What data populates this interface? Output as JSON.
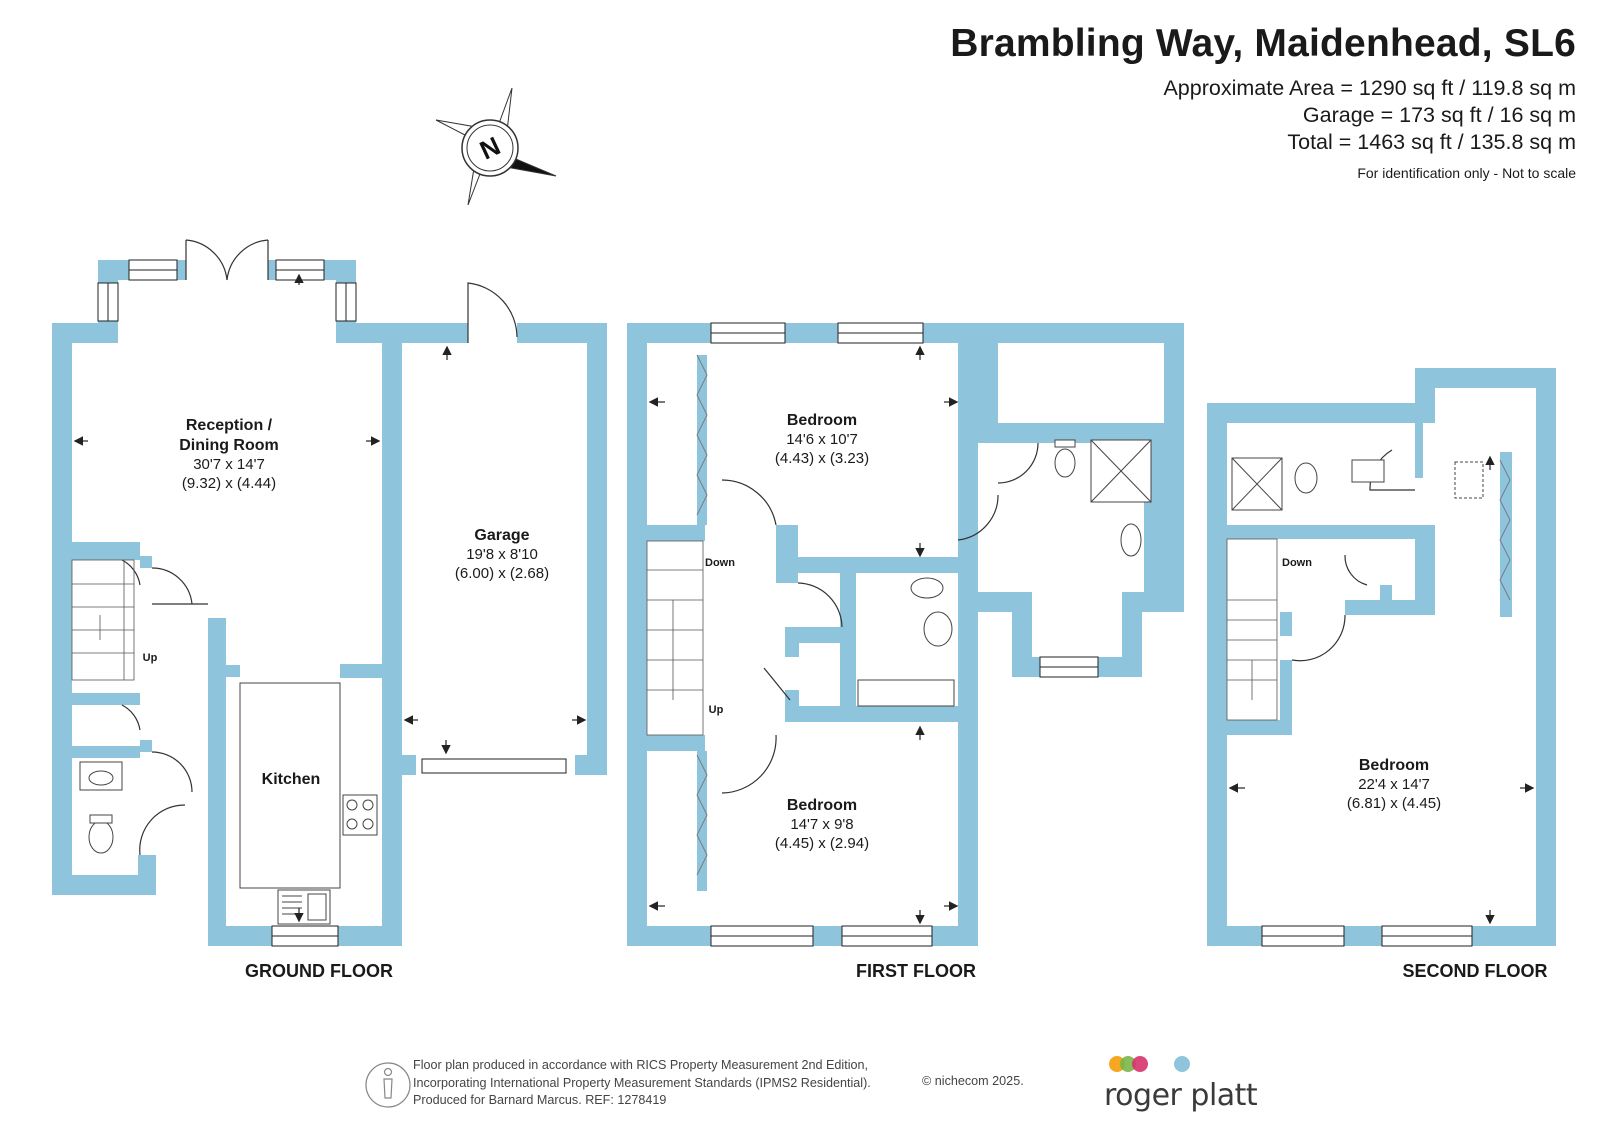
{
  "header": {
    "title": "Brambling Way, Maidenhead, SL6",
    "area_main": "Approximate Area = 1290 sq ft / 119.8 sq m",
    "area_garage": "Garage = 173 sq ft / 16 sq m",
    "area_total": "Total = 1463 sq ft / 135.8 sq m",
    "note": "For identification only - Not to scale"
  },
  "compass": {
    "label": "N",
    "icon": "compass-north-icon"
  },
  "colors": {
    "wall": "#8ec5dd",
    "window_fill": "#ffffff",
    "line": "#222222"
  },
  "floors": {
    "ground": {
      "label": "GROUND FLOOR",
      "reception": {
        "name1": "Reception /",
        "name2": "Dining Room",
        "imperial": "30'7 x 14'7",
        "metric": "(9.32) x (4.44)"
      },
      "garage": {
        "name": "Garage",
        "imperial": "19'8 x 8'10",
        "metric": "(6.00) x (2.68)"
      },
      "kitchen": {
        "name": "Kitchen"
      },
      "stairs_up": "Up"
    },
    "first": {
      "label": "FIRST FLOOR",
      "bedroom_top": {
        "name": "Bedroom",
        "imperial": "14'6 x 10'7",
        "metric": "(4.43) x (3.23)"
      },
      "bedroom_bottom": {
        "name": "Bedroom",
        "imperial": "14'7 x 9'8",
        "metric": "(4.45) x (2.94)"
      },
      "stairs_down": "Down",
      "stairs_up": "Up"
    },
    "second": {
      "label": "SECOND FLOOR",
      "bedroom": {
        "name": "Bedroom",
        "imperial": "22'4 x 14'7",
        "metric": "(6.81) x (4.45)"
      },
      "stairs_down": "Down"
    }
  },
  "footer": {
    "line1": "Floor plan produced in accordance with RICS Property Measurement 2nd Edition,",
    "line2": "Incorporating International Property Measurement Standards (IPMS2 Residential).",
    "line3": "Produced for Barnard Marcus.   REF:  1278419",
    "copyright": "© nichecom 2025.",
    "brand": "roger platt",
    "brand_dot_colors": [
      "#f5a623",
      "#7ab648",
      "#d6336c",
      "#8ec5dd"
    ]
  }
}
